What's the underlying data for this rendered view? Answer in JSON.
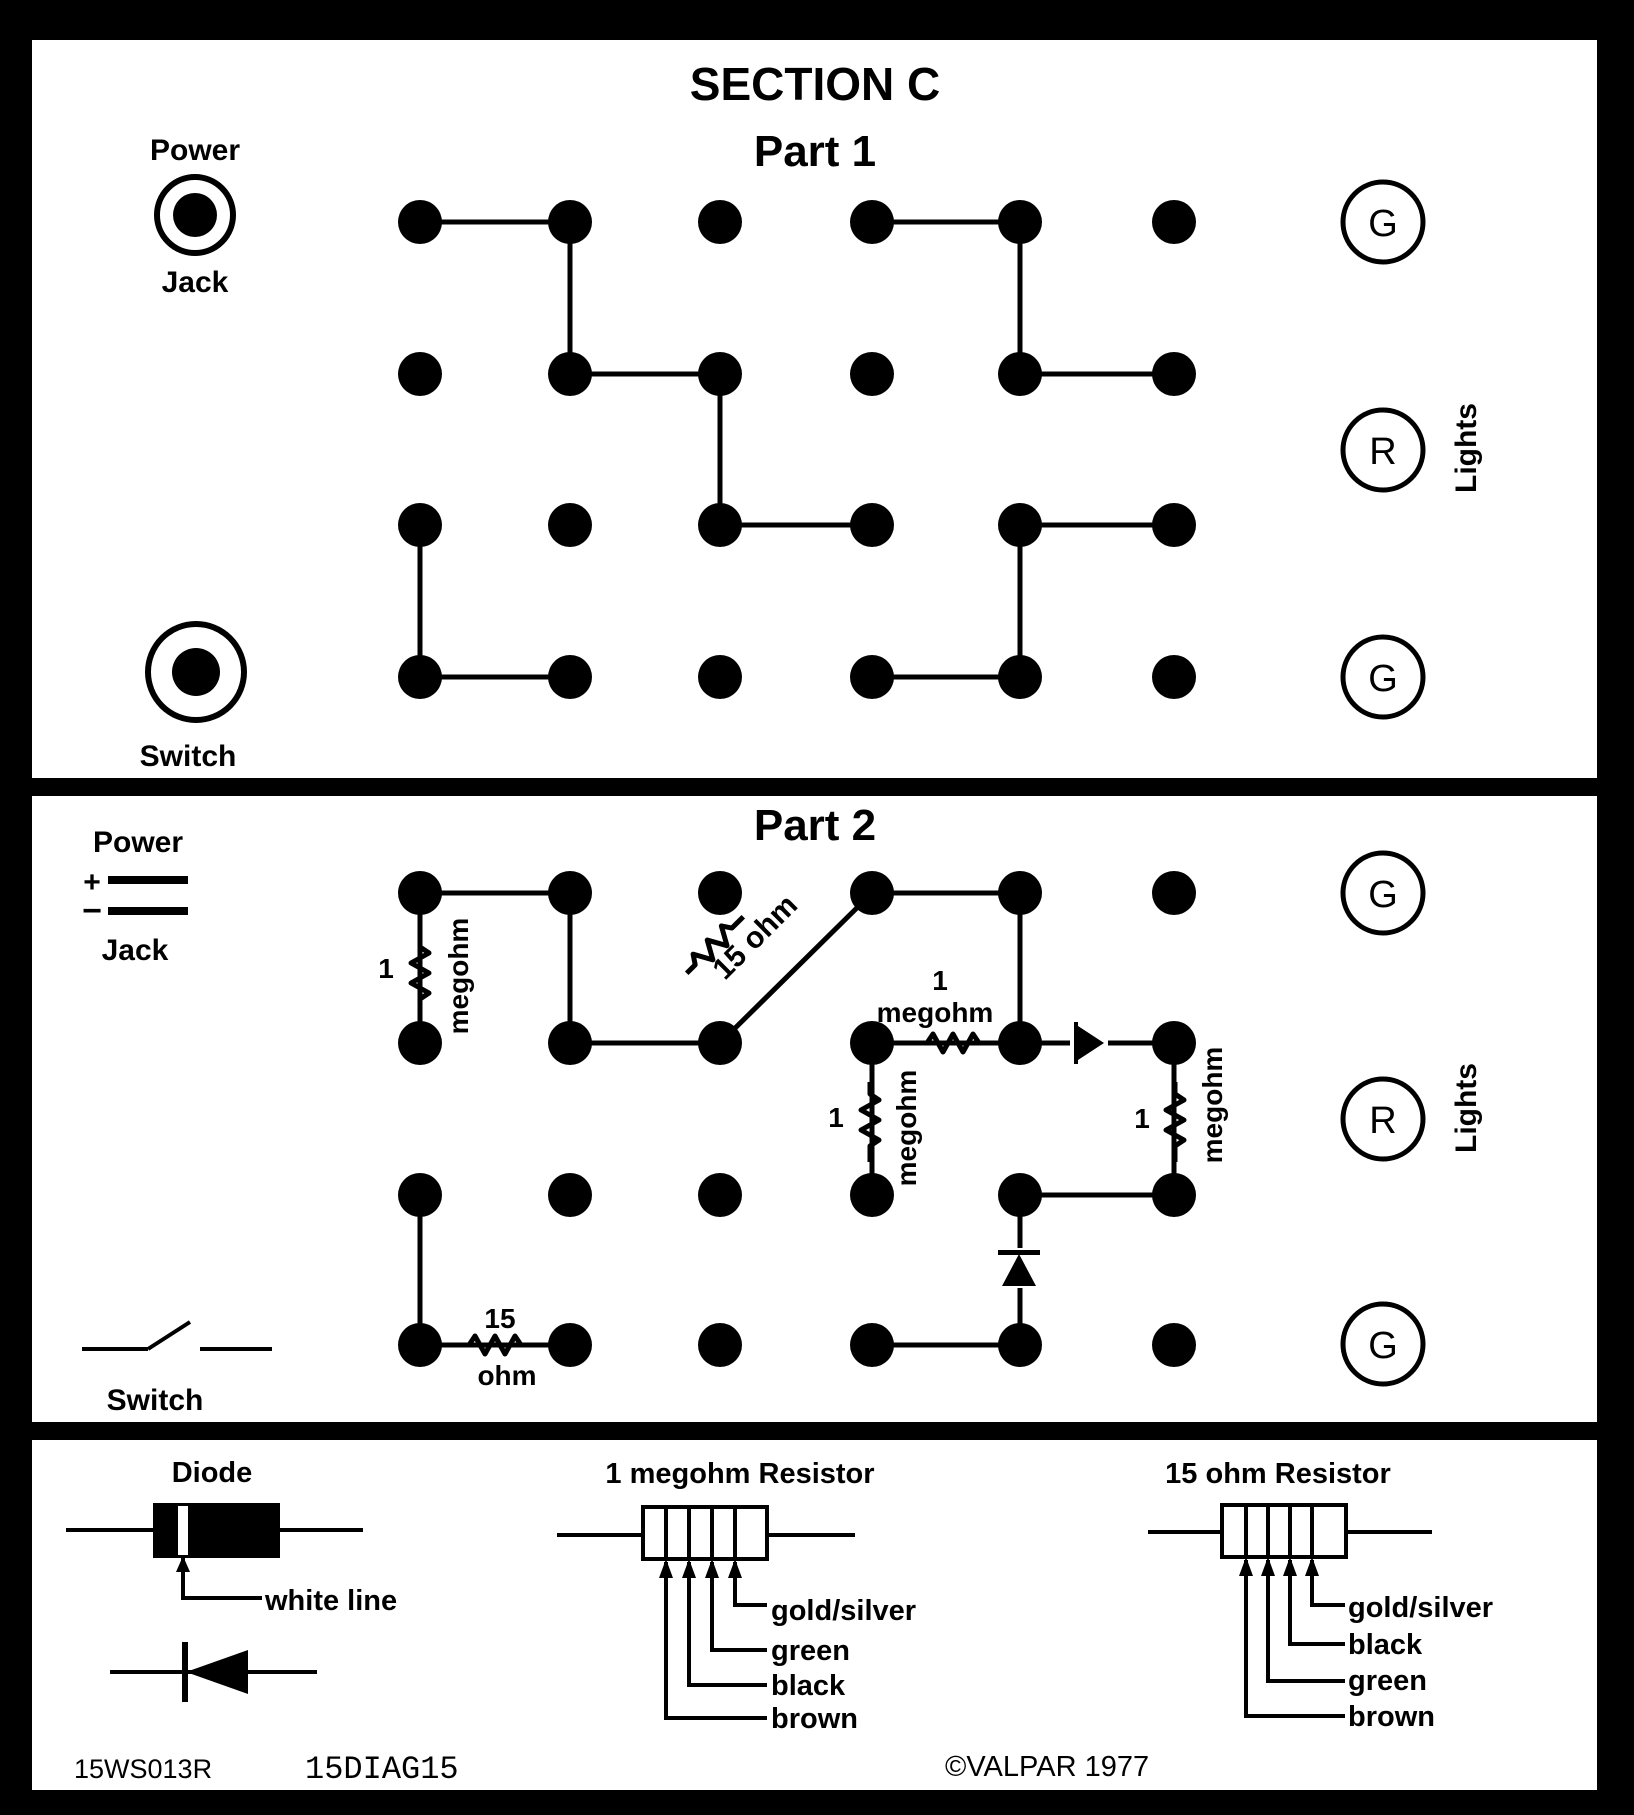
{
  "header": {
    "section_title": "SECTION C",
    "part1_title": "Part 1",
    "part2_title": "Part 2"
  },
  "part1": {
    "power_label": "Power",
    "jack_label": "Jack",
    "switch_label": "Switch",
    "lights_label": "Lights",
    "lights": [
      "G",
      "R",
      "G"
    ]
  },
  "part2": {
    "power_label": "Power",
    "plus_sign": "+",
    "minus_sign": "−",
    "jack_label": "Jack",
    "switch_label": "Switch",
    "lights_label": "Lights",
    "lights": [
      "G",
      "R",
      "G"
    ],
    "resistor_labels": {
      "r1_num": "1",
      "r1_unit": "megohm",
      "r2": "15 ohm",
      "r3_num": "1",
      "r3_unit": "megohm",
      "r4_num": "1",
      "r4_unit": "megohm",
      "r5_num": "1",
      "r5_unit": "megohm",
      "r6_num": "15",
      "r6_unit": "ohm"
    }
  },
  "legend": {
    "diode_title": "Diode",
    "white_line": "white line",
    "megohm_title": "1 megohm Resistor",
    "megohm_bands": [
      "gold/silver",
      "green",
      "black",
      "brown"
    ],
    "ohm_title": "15 ohm Resistor",
    "ohm_bands": [
      "gold/silver",
      "black",
      "green",
      "brown"
    ]
  },
  "footer": {
    "code1": "15WS013R",
    "code2": "15DIAG15",
    "copyright": "©VALPAR  1977"
  }
}
